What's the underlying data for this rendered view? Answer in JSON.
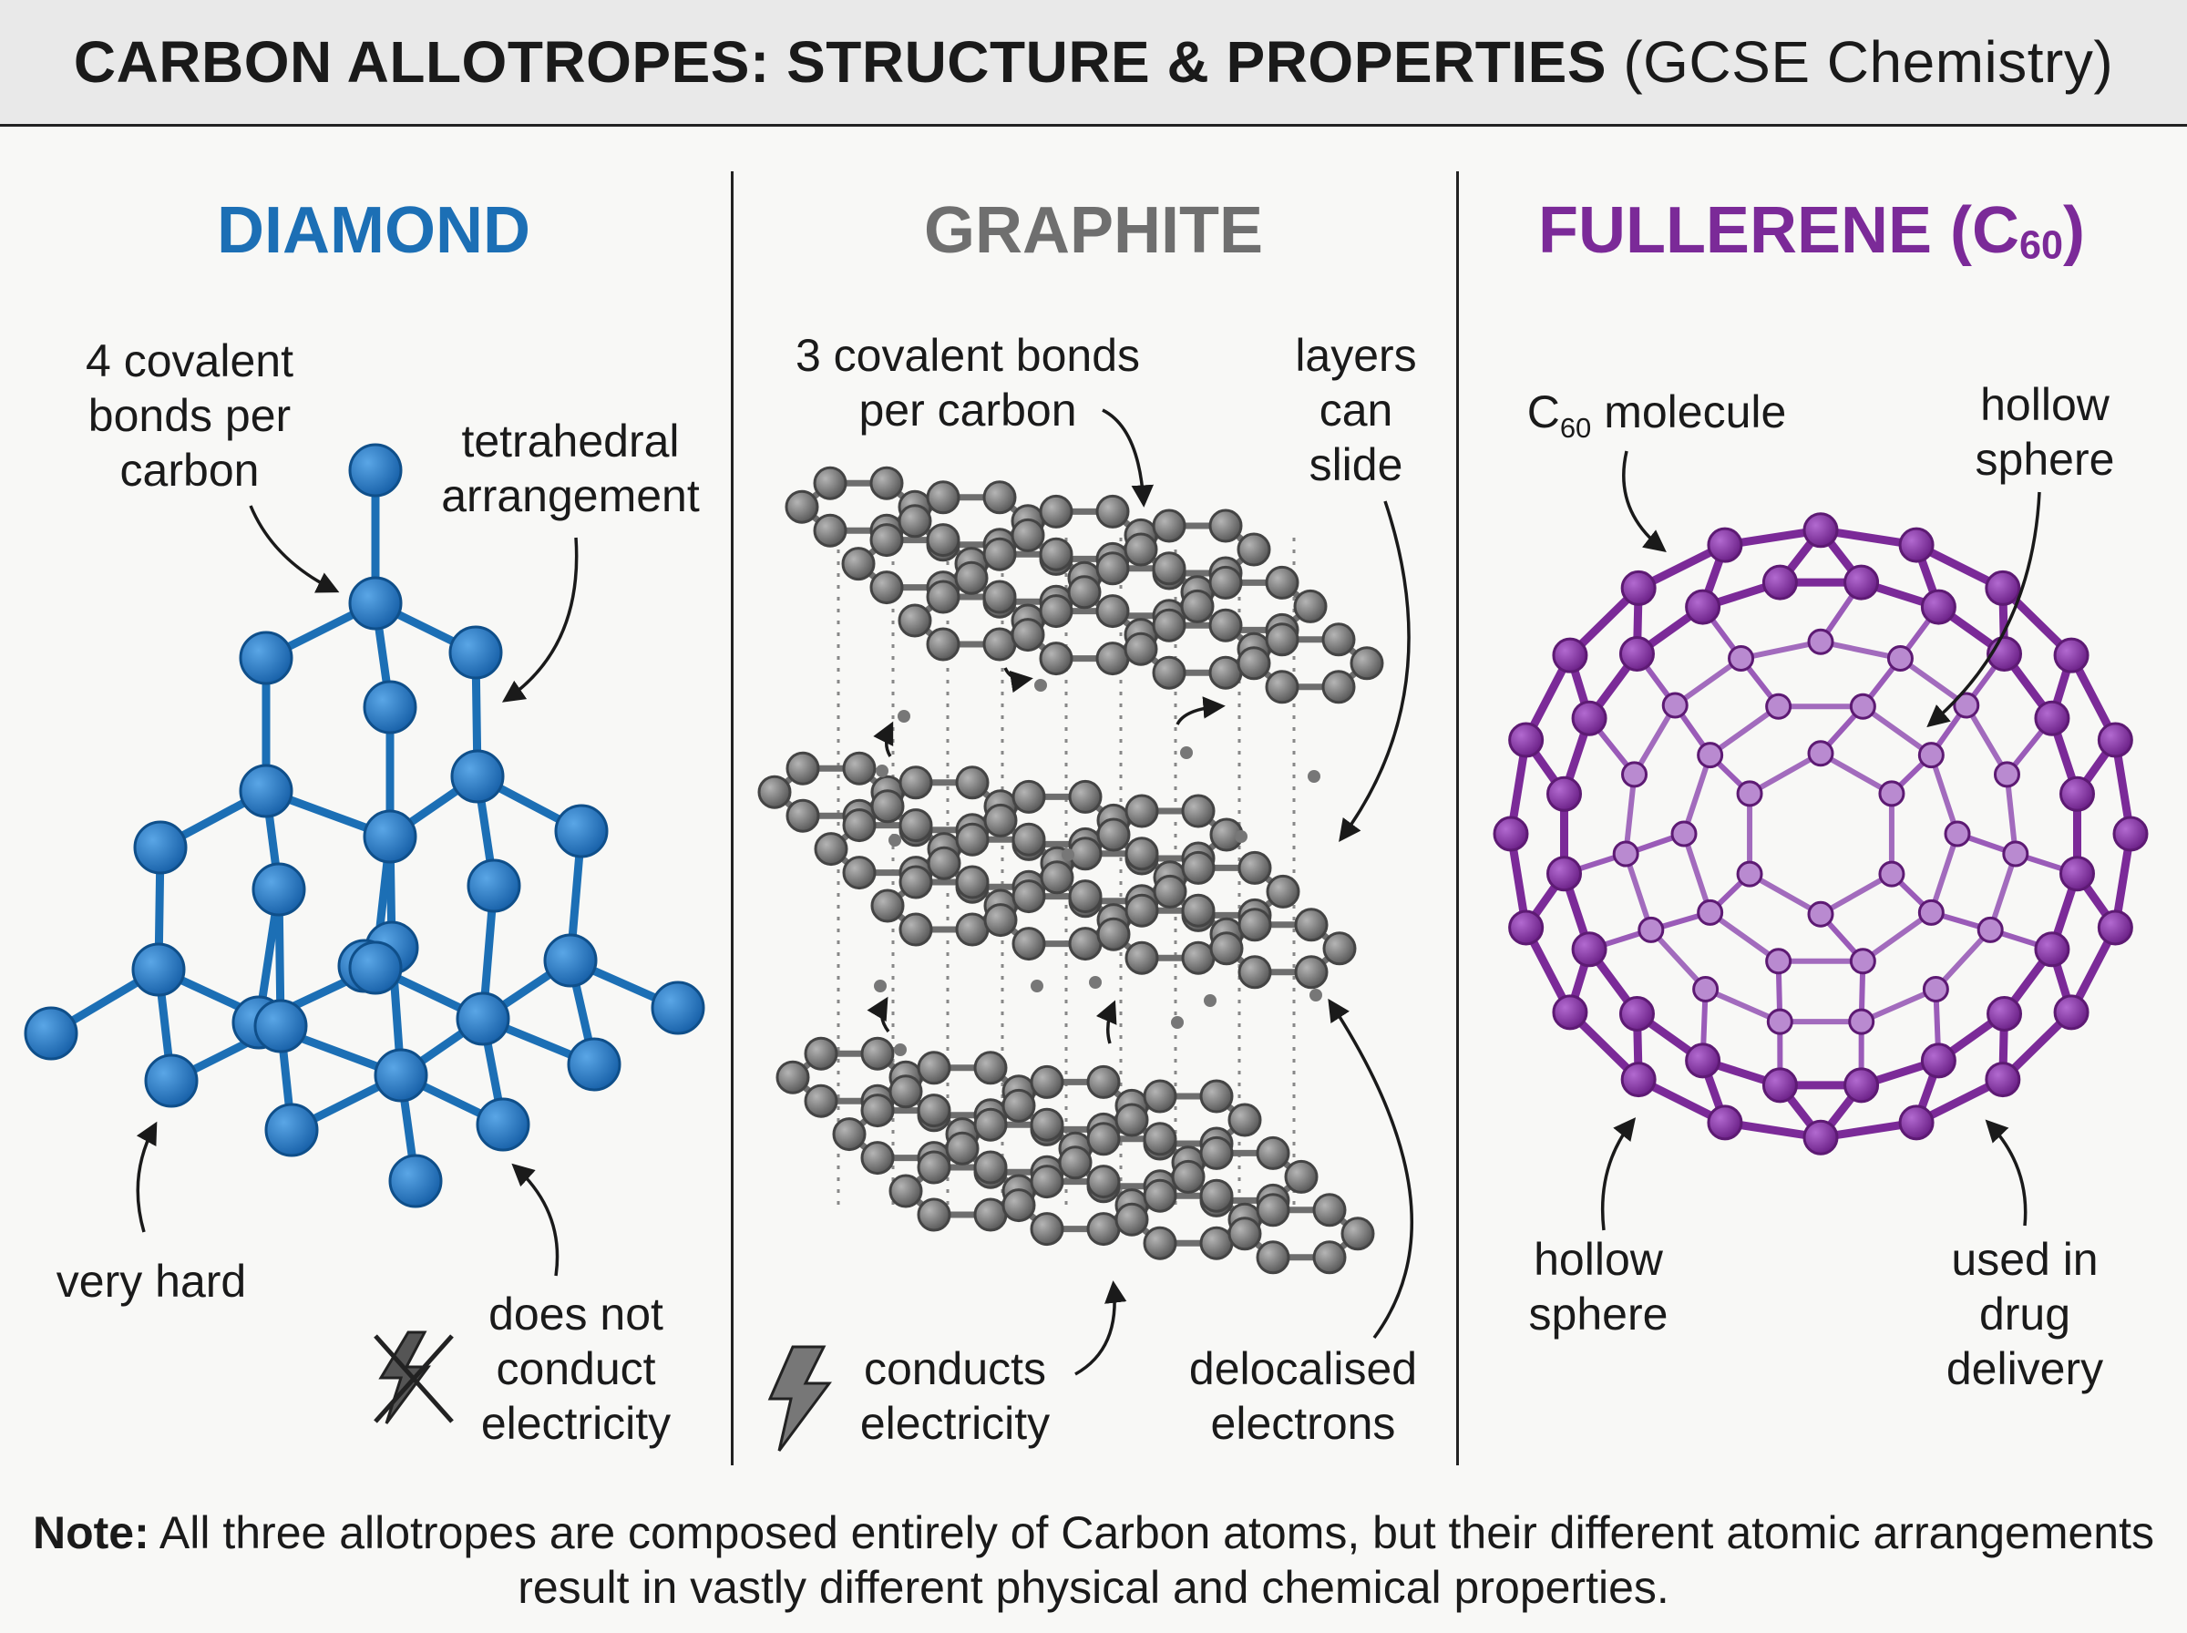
{
  "header": {
    "title_main": "CARBON ALLOTROPES: STRUCTURE & PROPERTIES",
    "title_sub": "(GCSE Chemistry)"
  },
  "diamond": {
    "title": "DIAMOND",
    "labels": {
      "bonds": "4 covalent\nbonds per\ncarbon",
      "arrangement": "tetrahedral\narrangement",
      "hard": "very hard",
      "conduct": "does not\nconduct\nelectricity"
    },
    "color": "#1c6fb5"
  },
  "graphite": {
    "title": "GRAPHITE",
    "labels": {
      "bonds": "3 covalent bonds\nper carbon",
      "slide": "layers\ncan\nslide",
      "conduct": "conducts\nelectricity",
      "electrons": "delocalised\nelectrons"
    },
    "color": "#6f6f6f"
  },
  "fullerene": {
    "title": "FULLERENE (C",
    "title_sub": "60",
    "title_end": ")",
    "labels": {
      "molecule_prefix": "C",
      "molecule_sub": "60",
      "molecule_suffix": " molecule",
      "hollow_top": "hollow\nsphere",
      "hollow_bottom": "hollow\nsphere",
      "drug": "used in\ndrug\ndelivery"
    },
    "color": "#7b2a98"
  },
  "note": {
    "label": "Note:",
    "text": " All three allotropes are composed entirely of Carbon atoms, but their different atomic arrangements result in vastly different physical and chemical properties."
  }
}
